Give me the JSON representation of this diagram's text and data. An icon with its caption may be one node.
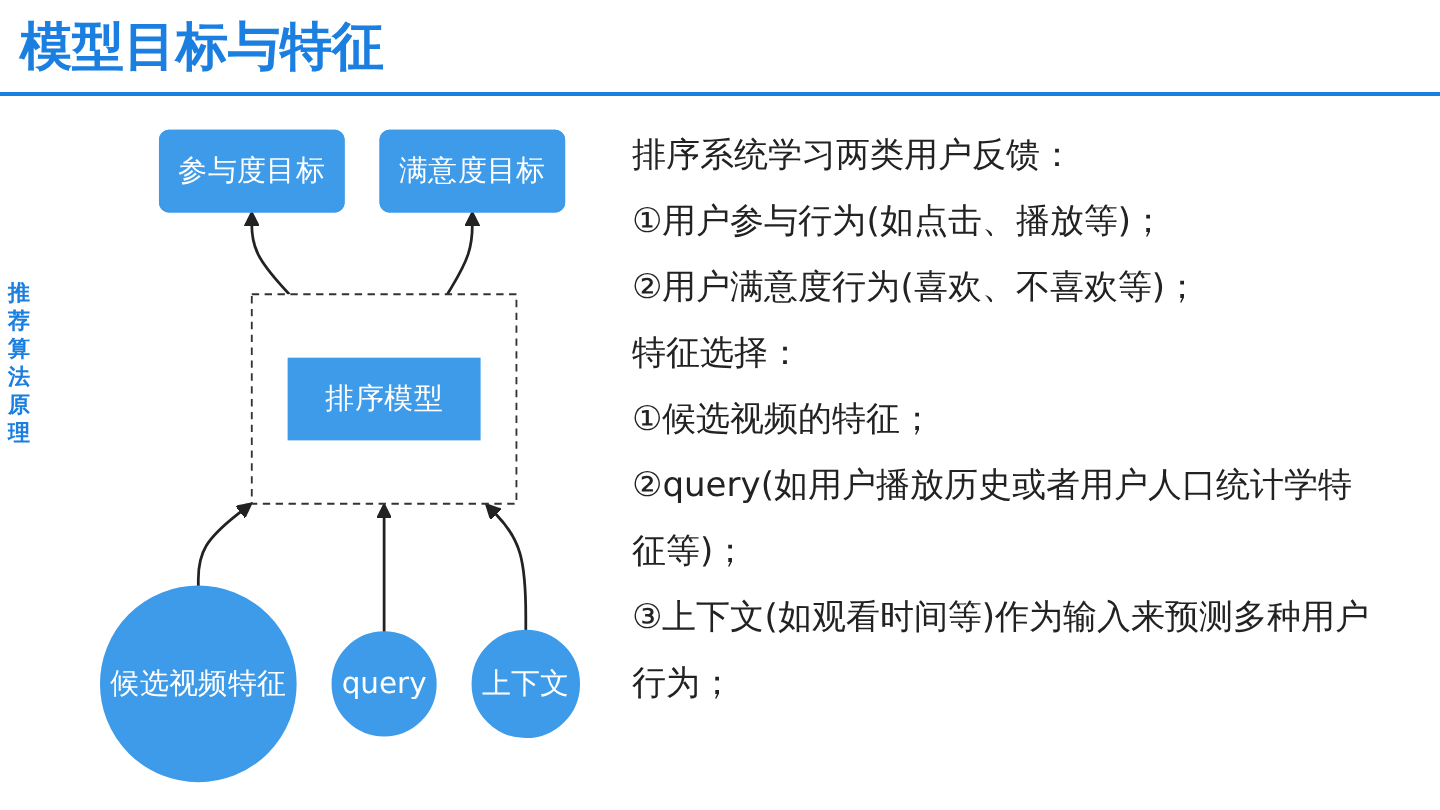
{
  "diagram": {
    "title": "模型目标与特征",
    "nodes": [
      {
        "text": [
          "参与度目标"
        ]
      },
      {
        "text": [
          "满意度目标"
        ]
      },
      {
        "text": [],
        "shape": "box"
      },
      {
        "text": [
          "排序模型"
        ],
        "in": 2
      },
      {
        "text": [
          "候选视频特征"
        ]
      },
      {
        "text": [
          "query"
        ]
      },
      {
        "text": [
          "上下文"
        ]
      }
    ],
    "edges": [
      {
        "from": 2,
        "to": 0,
        "arrow": "to"
      },
      {
        "from": 2,
        "to": 1,
        "arrow": "to"
      },
      {
        "from": 4,
        "to": 2,
        "arrow": "to"
      },
      {
        "from": 5,
        "to": 2,
        "arrow": "to"
      },
      {
        "from": 6,
        "to": 2,
        "arrow": "to"
      }
    ],
    "labels": [
      "推荐算法原理",
      "排序系统学习两类用户反馈：",
      "①用户参与行为(如点击、播放等)；",
      "②用户满意度行为(喜欢、不喜欢等)；",
      "特征选择：",
      "①候选视频的特征；",
      "②query(如用户播放历史或者用户人口统计学特征等)；",
      "③上下文(如观看时间等)作为输入来预测多种用户行为；"
    ]
  }
}
